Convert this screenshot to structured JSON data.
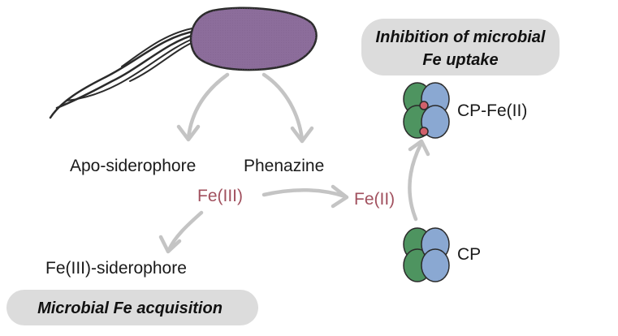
{
  "labels": {
    "apo_siderophore": "Apo-siderophore",
    "phenazine": "Phenazine",
    "fe3": "Fe(III)",
    "fe2": "Fe(II)",
    "fe3_siderophore": "Fe(III)-siderophore",
    "cp_fe2": "CP-Fe(II)",
    "cp": "CP"
  },
  "callouts": {
    "inhibition_line1": "Inhibition of microbial",
    "inhibition_line2": "Fe uptake",
    "acquisition": "Microbial Fe acquisition"
  },
  "colors": {
    "bacterium": "#8c6d9b",
    "flagella": "#2b2b2b",
    "arrow": "#c4c4c4",
    "iron_text": "#a1505e",
    "pill_bg": "#dcdcdc",
    "cp_green": "#4e9460",
    "cp_blue": "#8aa8d2",
    "iron_dot": "#d0606a"
  }
}
